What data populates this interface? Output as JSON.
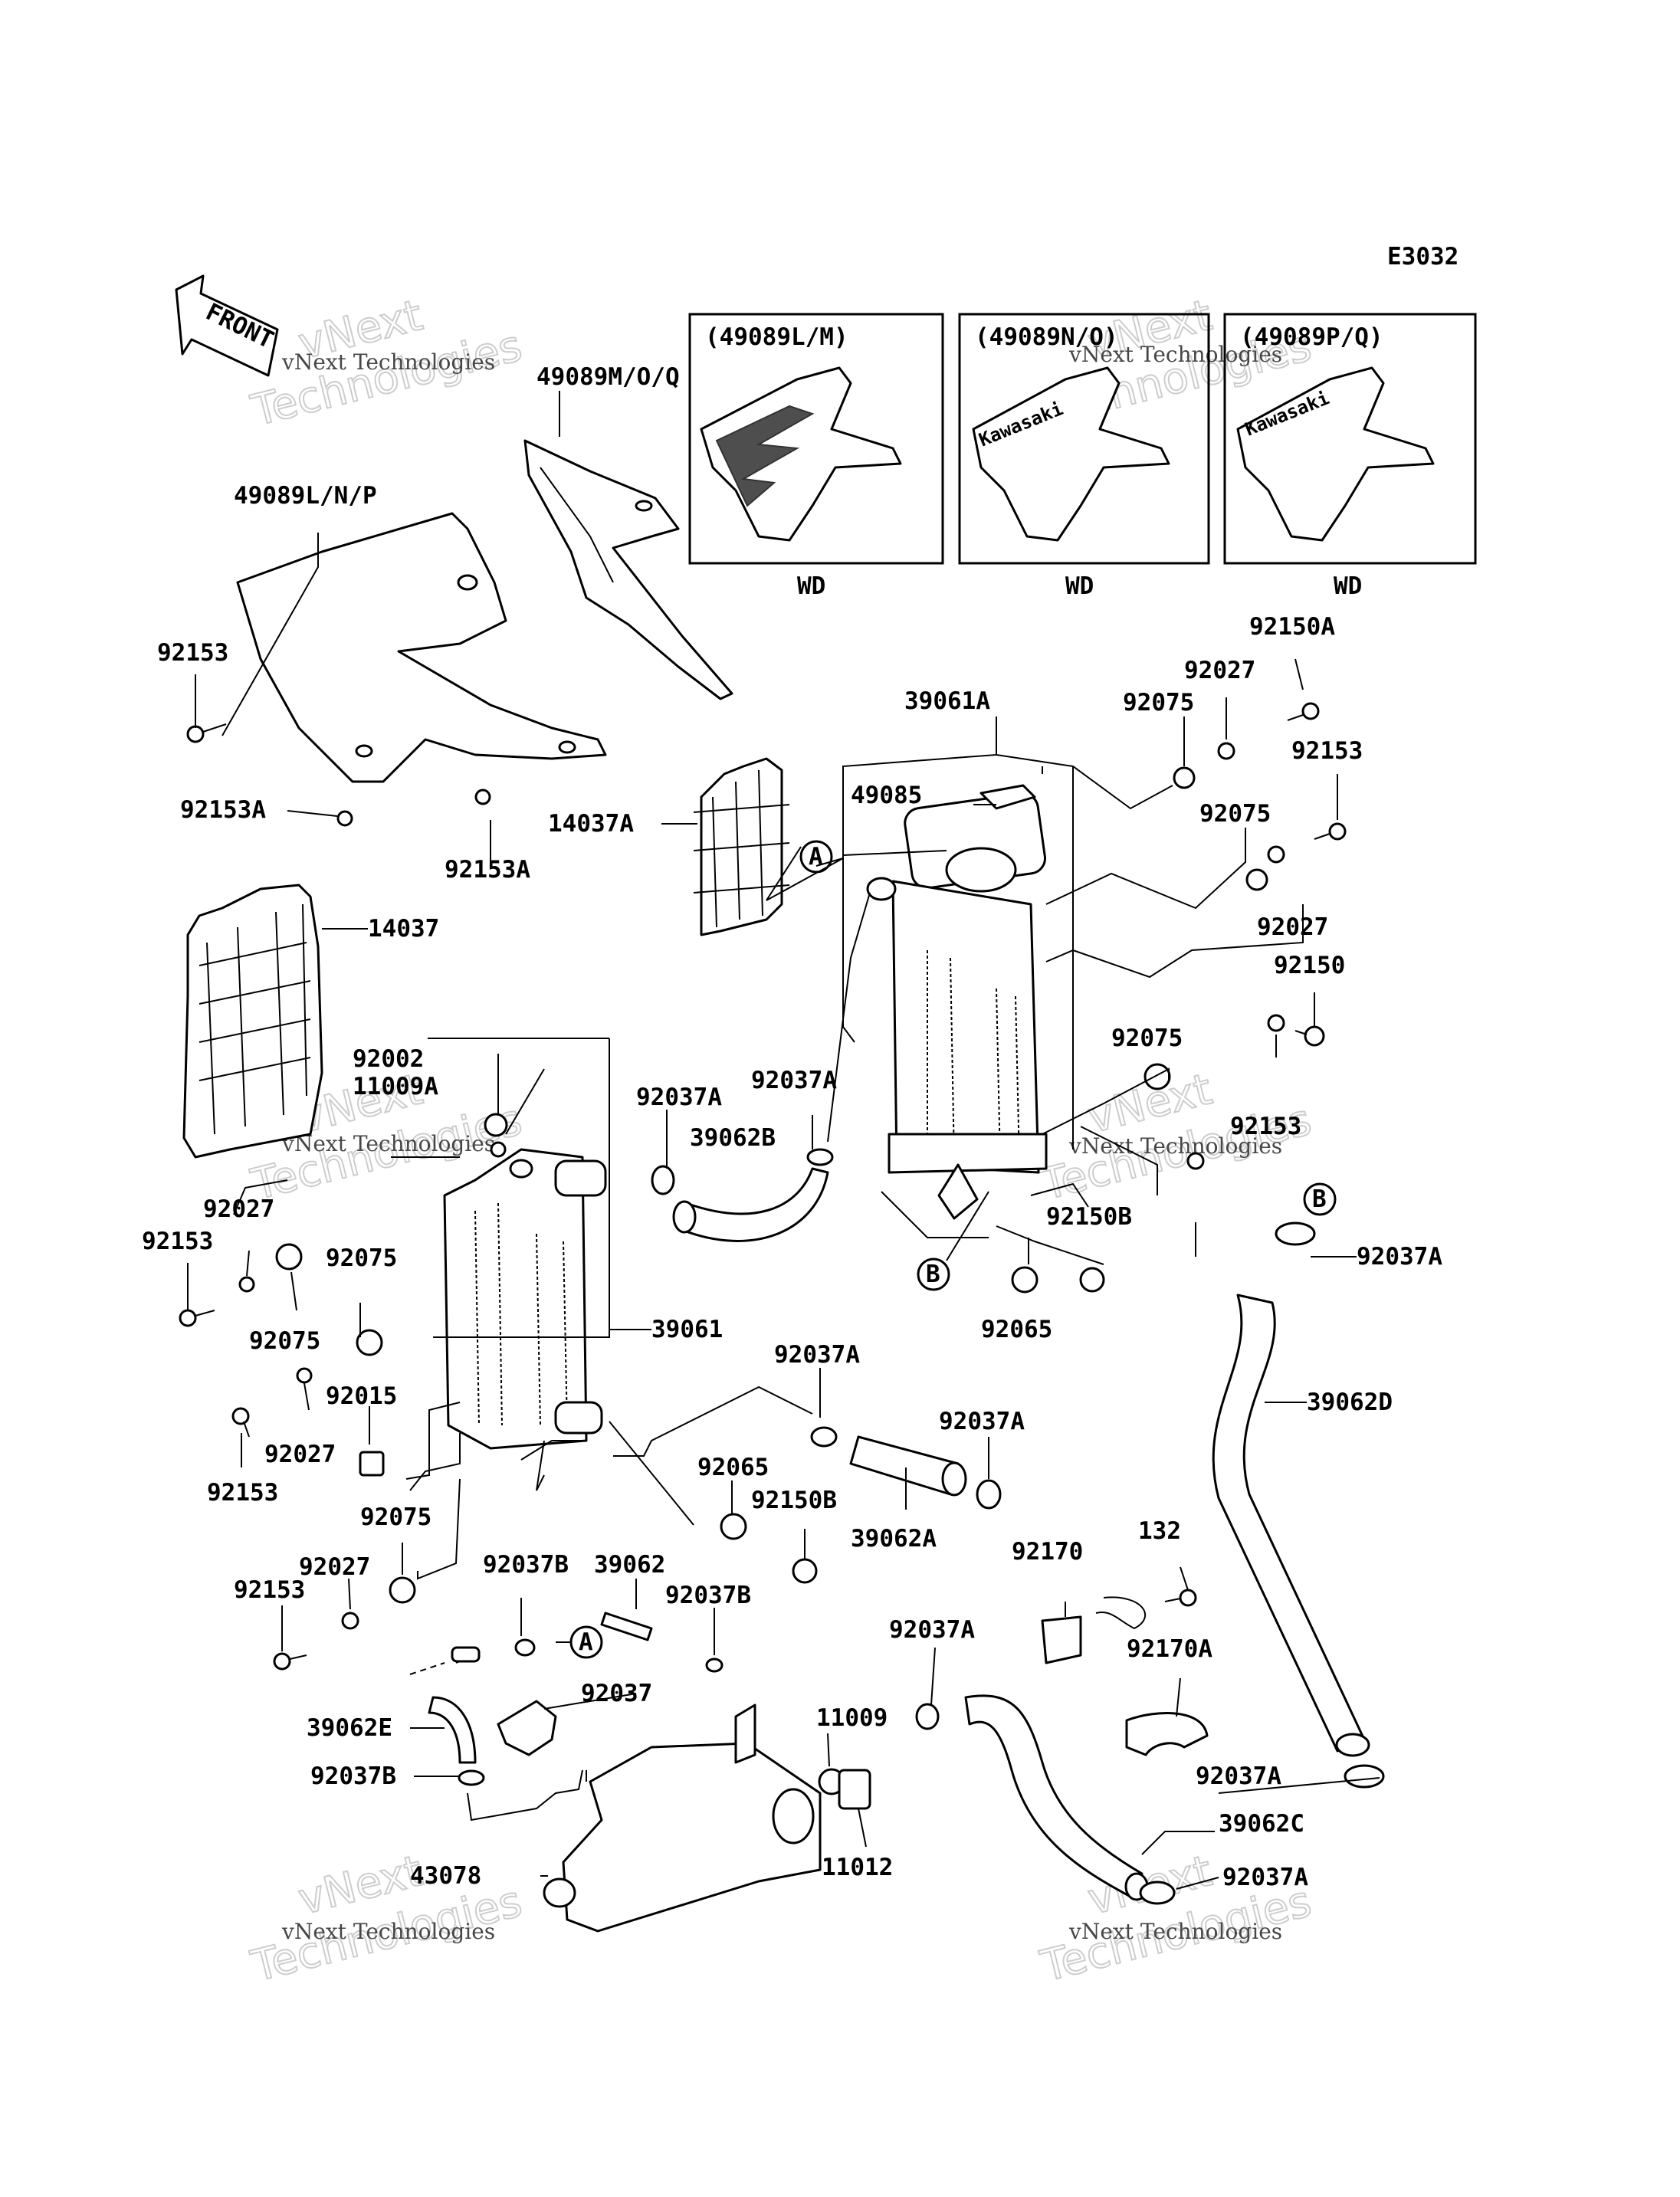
{
  "diagram_code": "E3032",
  "front_label": "FRONT",
  "watermark": {
    "line1": "vNext Technologies",
    "line2": "vNext",
    "line3": "Technologies"
  },
  "insets": [
    {
      "title": "(49089L/M)",
      "caption": "WD"
    },
    {
      "title": "(49089N/O)",
      "caption": "WD",
      "logo": "Kawasaki"
    },
    {
      "title": "(49089P/Q)",
      "caption": "WD",
      "logo": "Kawasaki"
    }
  ],
  "callouts": {
    "A": "A",
    "B": "B"
  },
  "parts": {
    "p49089MOQ": "49089M/O/Q",
    "p49089LNP": "49089L/N/P",
    "p92153_shroud": "92153",
    "p92153A_a": "92153A",
    "p92153A_b": "92153A",
    "p14037A": "14037A",
    "p14037": "14037",
    "p39061A": "39061A",
    "p49085": "49085",
    "p92075_a": "92075",
    "p92027_a": "92027",
    "p92150A": "92150A",
    "p92153_a": "92153",
    "p92075_b": "92075",
    "p92027_b": "92027",
    "p92150": "92150",
    "p92075_c": "92075",
    "p92153_b": "92153",
    "p92002": "92002",
    "p11009A": "11009A",
    "p92037A_a": "92037A",
    "p92037A_b": "92037A",
    "p39062B": "39062B",
    "p92027_c": "92027",
    "p92153_c": "92153",
    "p92075_d": "92075",
    "p92075_e": "92075",
    "p39061": "39061",
    "p92015": "92015",
    "p92027_d": "92027",
    "p92153_d": "92153",
    "p92150B_a": "92150B",
    "p92065_a": "92065",
    "p92037A_c": "92037A",
    "p39062D": "39062D",
    "p92037A_d": "92037A",
    "p92037A_e": "92037A",
    "p92065_b": "92065",
    "p92150B_b": "92150B",
    "p39062A": "39062A",
    "p92075_f": "92075",
    "p92027_e": "92027",
    "p92153_e": "92153",
    "p92037B_a": "92037B",
    "p39062": "39062",
    "p92037B_b": "92037B",
    "p92170": "92170",
    "p132": "132",
    "p92170A": "92170A",
    "p92037A_f": "92037A",
    "p92037": "92037",
    "p39062E": "39062E",
    "p92037B_c": "92037B",
    "p11009": "11009",
    "p11012": "11012",
    "p92037A_g": "92037A",
    "p39062C": "39062C",
    "p92037A_h": "92037A",
    "p43078": "43078"
  }
}
